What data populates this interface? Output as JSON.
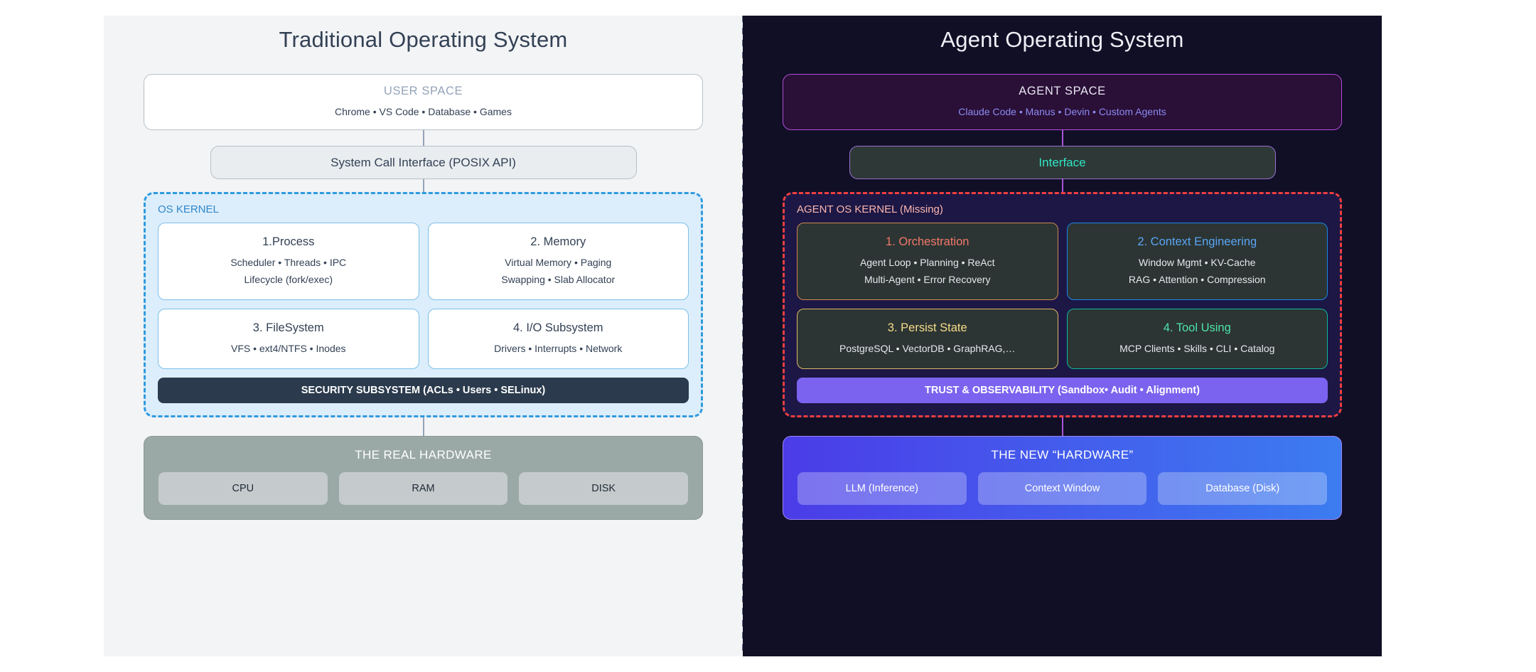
{
  "left": {
    "title": "Traditional Operating System",
    "user_space": {
      "title": "USER SPACE",
      "subtitle": "Chrome • VS Code • Database • Games"
    },
    "syscall": "System Call Interface (POSIX API)",
    "kernel_label": "OS KERNEL",
    "kernel_cards": [
      {
        "title": "1.Process",
        "line1": "Scheduler • Threads • IPC",
        "line2": "Lifecycle (fork/exec)"
      },
      {
        "title": "2. Memory",
        "line1": "Virtual Memory • Paging",
        "line2": "Swapping • Slab Allocator"
      },
      {
        "title": "3. FileSystem",
        "line1": "VFS • ext4/NTFS • Inodes",
        "line2": ""
      },
      {
        "title": "4. I/O Subsystem",
        "line1": "Drivers • Interrupts • Network",
        "line2": ""
      }
    ],
    "security_bar": "SECURITY SUBSYSTEM (ACLs • Users • SELinux)",
    "hardware": {
      "title": "THE REAL HARDWARE",
      "chips": [
        "CPU",
        "RAM",
        "DISK"
      ]
    }
  },
  "right": {
    "title": "Agent Operating System",
    "agent_space": {
      "title": "AGENT SPACE",
      "subtitle": "Claude Code • Manus • Devin • Custom Agents"
    },
    "interface": "Interface",
    "kernel_label": "AGENT OS KERNEL (Missing)",
    "kernel_cards": [
      {
        "title": "1. Orchestration",
        "line1": "Agent Loop • Planning • ReAct",
        "line2": "Multi-Agent • Error Recovery",
        "color": "#f4786b",
        "border": "#d08a52"
      },
      {
        "title": "2. Context Engineering",
        "line1": "Window Mgmt • KV-Cache",
        "line2": "RAG • Attention • Compression",
        "color": "#5aa5f5",
        "border": "#1b86e8"
      },
      {
        "title": "3. Persist State",
        "line1": "PostgreSQL • VectorDB • GraphRAG,…",
        "line2": "",
        "color": "#f7dd8a",
        "border": "#e0b86a"
      },
      {
        "title": "4. Tool Using",
        "line1": "MCP Clients • Skills • CLI •  Catalog",
        "line2": "",
        "color": "#4de3ac",
        "border": "#0fb99a"
      }
    ],
    "trust_bar": "TRUST & OBSERVABILITY (Sandbox• Audit • Alignment)",
    "hardware": {
      "title": "THE NEW “HARDWARE”",
      "chips": [
        "LLM (Inference)",
        "Context Window",
        "Database (Disk)"
      ]
    }
  },
  "colors": {
    "left_panel_bg": "#f3f4f6",
    "right_panel_bg": "#110f26",
    "kernel_left_border": "#2f9ae0",
    "kernel_right_border": "#ef3f3f",
    "trust_bar": "#7b63ef",
    "security_bar": "#2b3a4d"
  }
}
